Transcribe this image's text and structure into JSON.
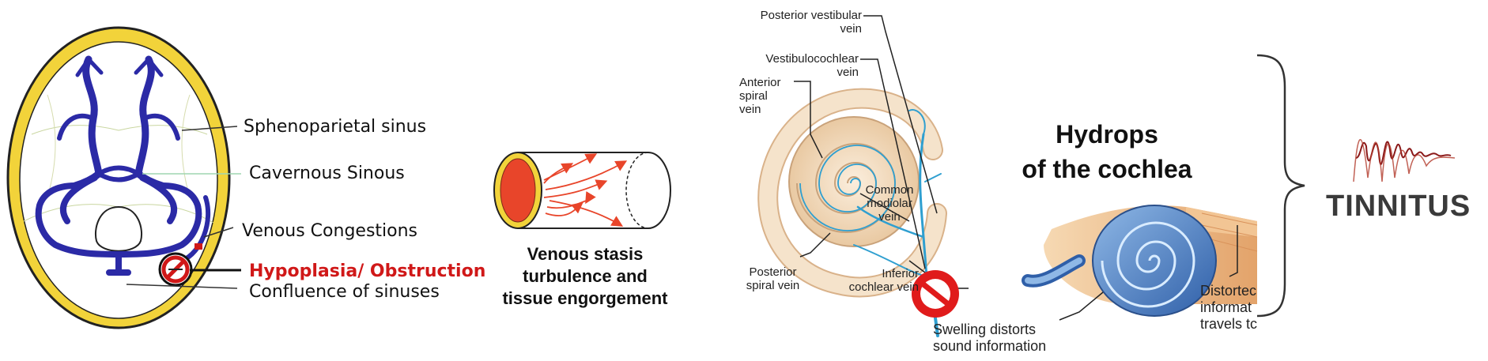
{
  "panel1": {
    "labels": {
      "sphenoparietal": "Sphenoparietal sinus",
      "cavernous": "Cavernous Sinous",
      "venous_congestions": "Venous Congestions",
      "hypoplasia": "Hypoplasia/ Obstruction",
      "confluence": "Confluence of sinuses"
    },
    "colors": {
      "vein": "#2b2aa6",
      "skull": "#f2d33a",
      "obstruction": "#d01818"
    }
  },
  "panel2": {
    "caption_lines": [
      "Venous stasis",
      "turbulence and",
      "tissue engorgement"
    ],
    "colors": {
      "lumen": "#e8452a",
      "arrows": "#e8452a"
    }
  },
  "panel3": {
    "labels": {
      "posterior_vestibular": [
        "Posterior vestibular",
        "vein"
      ],
      "vestibulocochlear": [
        "Vestibulocochlear",
        "vein"
      ],
      "anterior_spiral": [
        "Anterior",
        "spiral",
        "vein"
      ],
      "common_modiolar": [
        "Common",
        "modiolar",
        "vein"
      ],
      "posterior_spiral": [
        "Posterior",
        "spiral vein"
      ],
      "inferior_cochlear": [
        "Inferior",
        "cochlear vein"
      ]
    },
    "colors": {
      "vein": "#2f9fd0",
      "cochlea": "#f2dcc0"
    }
  },
  "panel4": {
    "title_lines": [
      "Hydrops",
      "of the cochlea"
    ],
    "swelling_lines": [
      "Swelling distorts",
      "sound information"
    ],
    "distorted_lines": [
      "Distortec",
      "informat",
      "travels tc"
    ],
    "colors": {
      "cochlea_blue": "#4a86c7",
      "tissue": "#e8b27a"
    }
  },
  "panel5": {
    "logo_text": "TINNITUS",
    "colors": {
      "wave": "#8b1a1a",
      "text": "#3a3a3a"
    }
  }
}
